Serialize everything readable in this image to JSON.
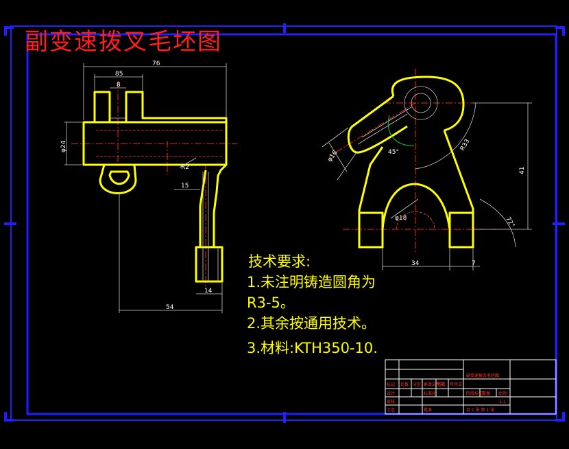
{
  "drawing": {
    "title": "副变速拨叉毛坯图",
    "requirements": {
      "heading": "技术要求:",
      "lines": [
        "1.未注明铸造圆角为",
        "R3-5。",
        "2.其余按通用技术。",
        "3.材料:KTH350-10."
      ]
    },
    "dimensions": {
      "left_view": [
        "76",
        "85",
        "8",
        "φ24",
        "15",
        "54",
        "14",
        "R2"
      ],
      "right_view": [
        "φ16",
        "45°",
        "41",
        "34",
        "7",
        "72°",
        "R33",
        "φ18"
      ]
    },
    "title_block": {
      "name": "副变速拨叉毛坯图",
      "row_labels": [
        "标记",
        "处数",
        "分区",
        "更改文件号",
        "签名",
        "年月日",
        "设计",
        "标准化",
        "审核",
        "工艺",
        "批准"
      ],
      "right_labels": [
        "阶段标记",
        "重量",
        "比例"
      ],
      "scale": "1:1",
      "sheet": "共 1 张  第 1 张"
    }
  },
  "colors": {
    "border": "#2020ff",
    "outline": "#ffff00",
    "center_line": "#ff0000",
    "title": "#ff1f1f",
    "dimension": "#ffffff"
  }
}
